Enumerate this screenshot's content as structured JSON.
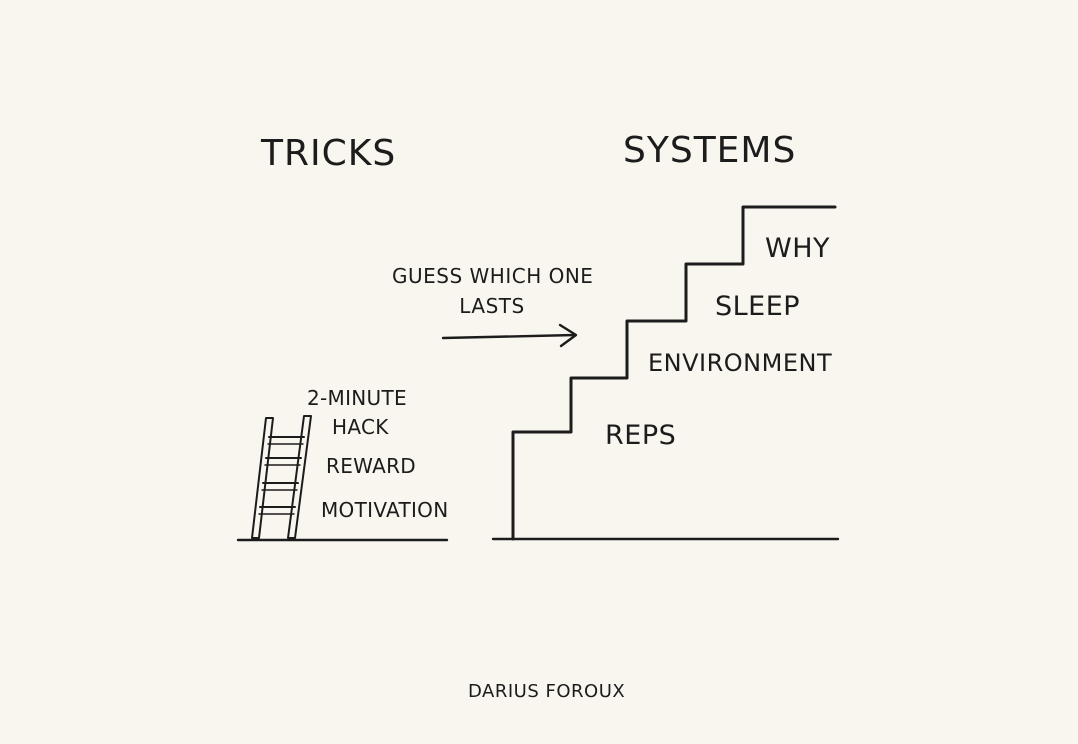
{
  "headings": {
    "tricks": "TRICKS",
    "systems": "SYSTEMS"
  },
  "note": {
    "line1": "GUESS WHICH ONE",
    "line2": "LASTS"
  },
  "tricks_items": {
    "two_minute": "2-MINUTE",
    "hack": "HACK",
    "reward": "REWARD",
    "motivation": "MOTIVATION"
  },
  "stairs": {
    "why": "WHY",
    "sleep": "SLEEP",
    "environment": "ENVIRONMENT",
    "reps": "REPS"
  },
  "signature": "DARIUS FOROUX",
  "colors": {
    "background": "#f8f6ee",
    "ink": "#1c1c1c"
  }
}
